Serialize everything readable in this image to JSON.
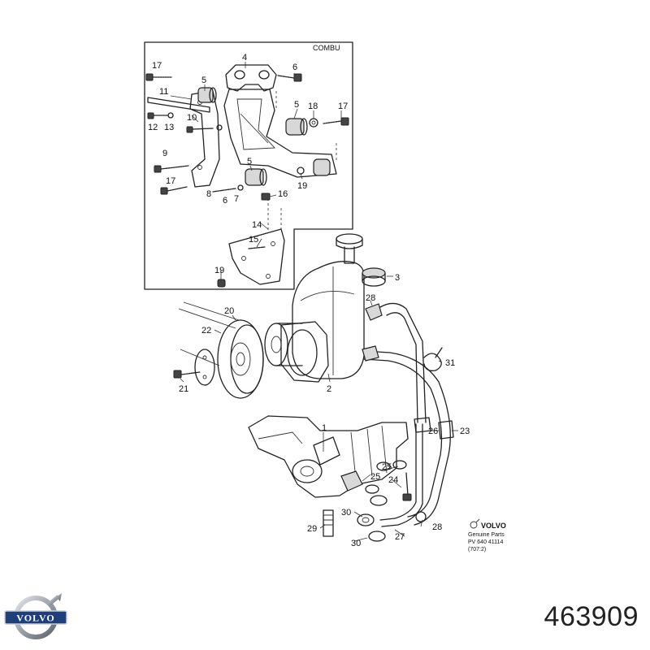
{
  "inset_label": "COMBU",
  "callouts": [
    "17",
    "4",
    "6",
    "5",
    "11",
    "5",
    "18",
    "17",
    "12",
    "13",
    "10",
    "9",
    "5",
    "17",
    "8",
    "6",
    "7",
    "16",
    "19",
    "14",
    "15",
    "19",
    "3",
    "28",
    "20",
    "22",
    "31",
    "21",
    "2",
    "1",
    "26",
    "23",
    "25",
    "24",
    "25",
    "28",
    "30",
    "29",
    "30",
    "27"
  ],
  "stamp": {
    "brand": "VOLVO",
    "line1": "Genuine Parts",
    "line2": "PV 640 41114",
    "line3": "(707:2)"
  },
  "footer": {
    "brand_logo_text": "VOLVO",
    "part_number": "463909"
  },
  "colors": {
    "ink": "#222222",
    "logo_blue": "#1f3f7a",
    "logo_silver": "#9aa0a8"
  }
}
